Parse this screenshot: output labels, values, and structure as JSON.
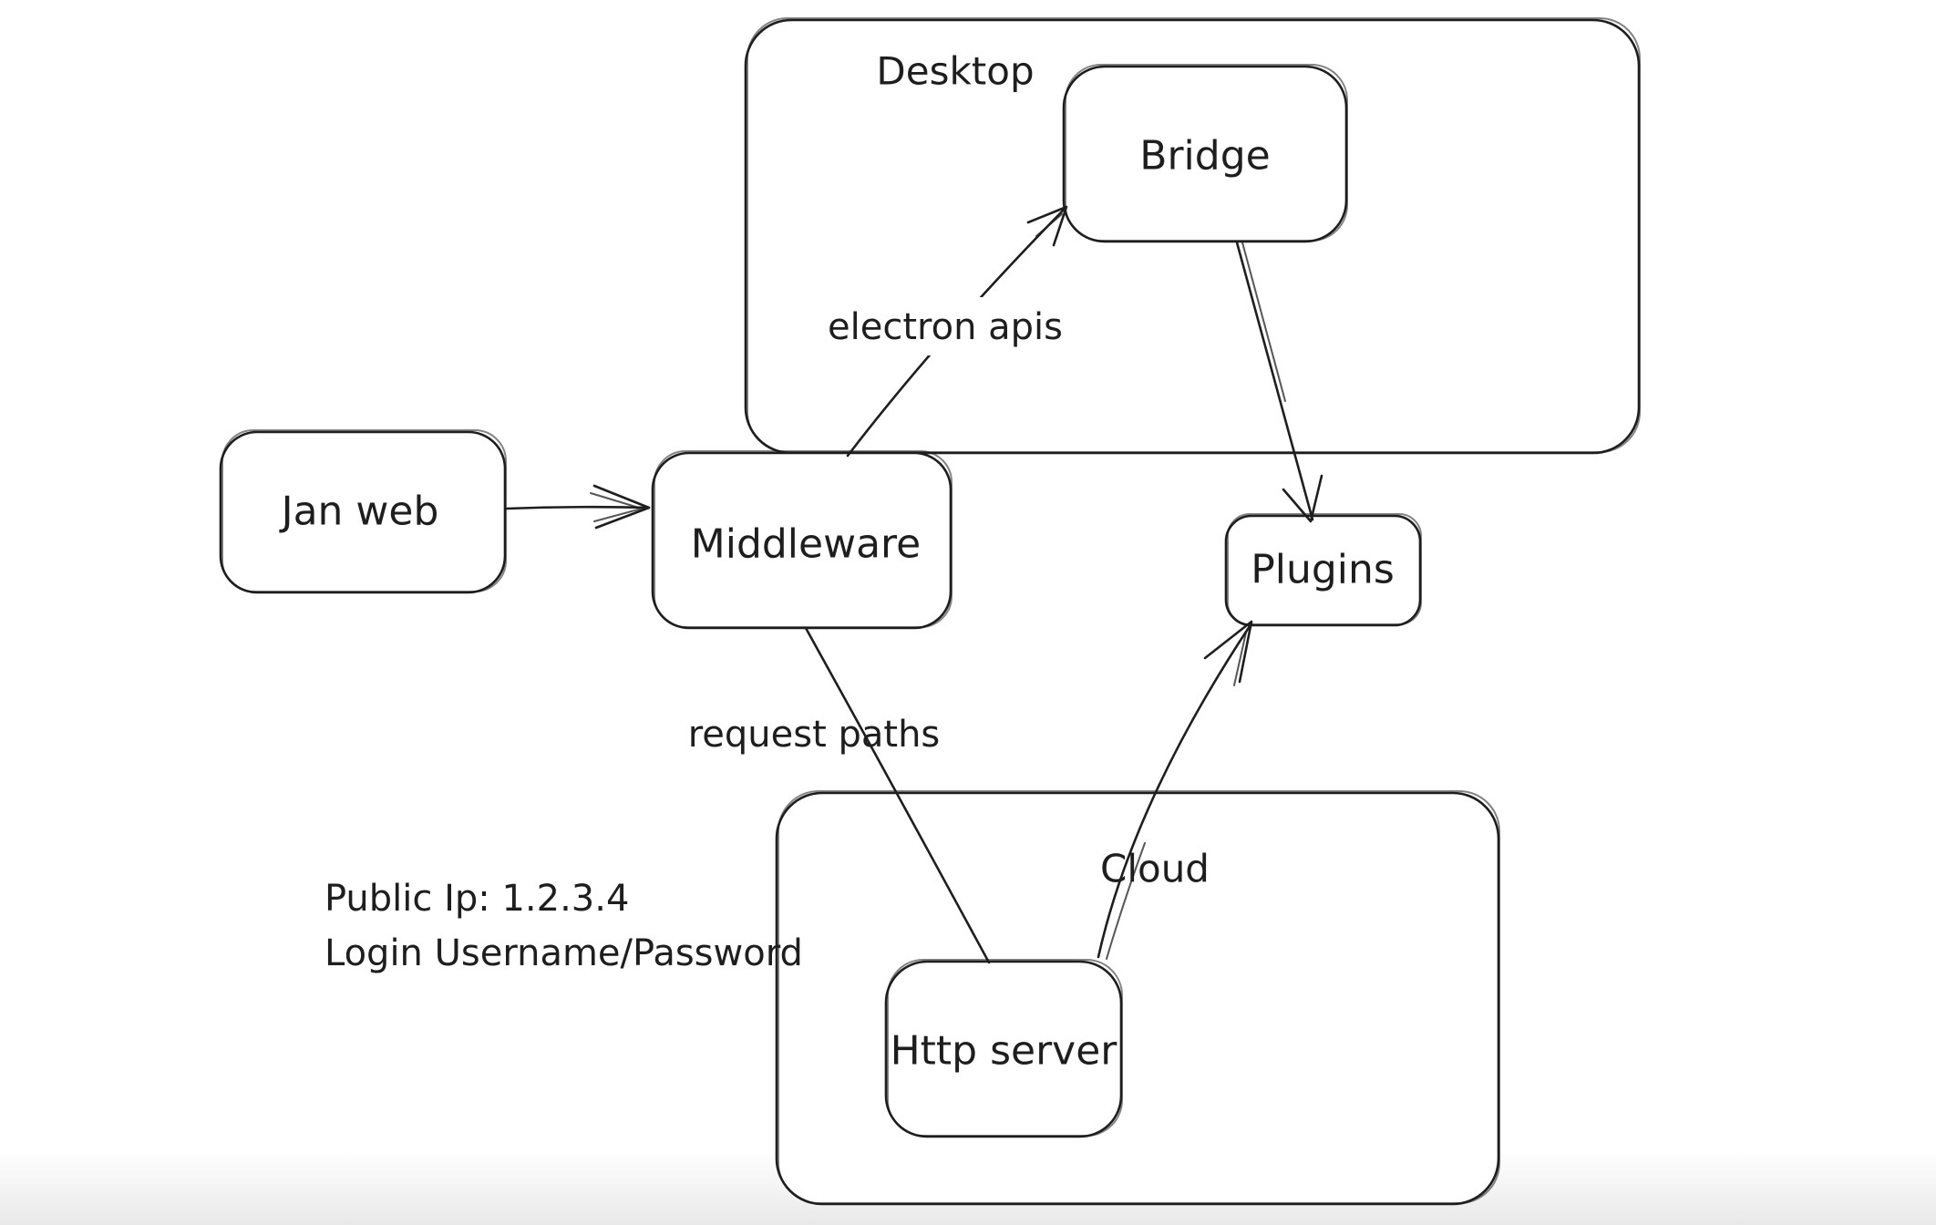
{
  "diagram": {
    "tool": "whiteboard-sketch",
    "colors": {
      "stroke": "#1e1e1e",
      "background": "#ffffff",
      "bottom_fade": "#e9e9ea"
    },
    "containers": [
      {
        "id": "desktop",
        "label": "Desktop"
      },
      {
        "id": "cloud",
        "label": "Cloud"
      }
    ],
    "nodes": [
      {
        "id": "jan-web",
        "label": "Jan web"
      },
      {
        "id": "middleware",
        "label": "Middleware"
      },
      {
        "id": "bridge",
        "label": "Bridge"
      },
      {
        "id": "plugins",
        "label": "Plugins"
      },
      {
        "id": "http-server",
        "label": "Http server"
      }
    ],
    "edges": [
      {
        "from": "jan-web",
        "to": "middleware",
        "label": "",
        "arrowhead": "end"
      },
      {
        "from": "middleware",
        "to": "bridge",
        "label": "electron apis",
        "arrowhead": "end"
      },
      {
        "from": "bridge",
        "to": "plugins",
        "label": "",
        "arrowhead": "end"
      },
      {
        "from": "middleware",
        "to": "http-server",
        "label": "request paths",
        "arrowhead": "none"
      },
      {
        "from": "http-server",
        "to": "plugins",
        "label": "",
        "arrowhead": "end"
      }
    ],
    "edge_labels": {
      "electron_apis": "electron apis",
      "request_paths": "request paths"
    },
    "notes": {
      "line1": "Public Ip: 1.2.3.4",
      "line2": "Login Username/Password"
    }
  }
}
